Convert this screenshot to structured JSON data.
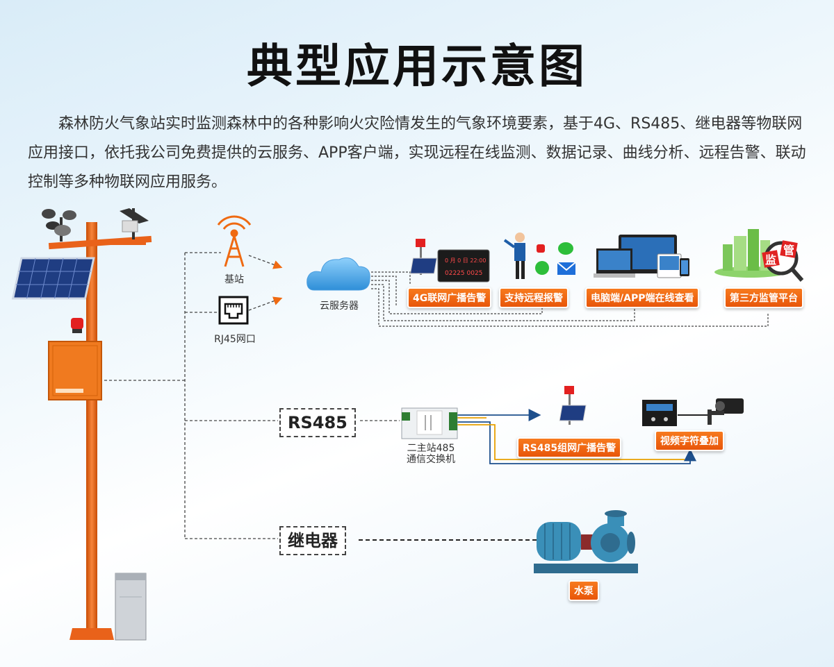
{
  "title": "典型应用示意图",
  "intro": "森林防火气象站实时监测森林中的各种影响火灾险情发生的气象环境要素，基于4G、RS485、继电器等物联网应用接口，依托我公司免费提供的云服务、APP客户端，实现远程在线监测、数据记录、曲线分析、远程告警、联动控制等多种物联网应用服务。",
  "nodes": {
    "base_station": "基站",
    "rj45": "RJ45网口",
    "cloud": "云服务器",
    "rs485": "RS485",
    "relay": "继电器",
    "switch_line1": "二主站485",
    "switch_line2": "通信交换机"
  },
  "labels": {
    "broadcast_4g": "4G联网广播告警",
    "remote_alarm": "支持远程报警",
    "pc_app": "电脑端/APP端在线查看",
    "third_party": "第三方监管平台",
    "rs485_broadcast": "RS485组网广播告警",
    "video_overlay": "视频字符叠加",
    "pump": "水泵"
  },
  "led_display": {
    "row1": "0 月 0 日  22:00",
    "row2": "02225  0025"
  },
  "supervision_badge": [
    "监",
    "管"
  ],
  "colors": {
    "accent_orange": "#ef6a12",
    "line_dark": "#444444",
    "cloud_blue": "#5aaee8",
    "blue_arrow": "#1d4f8c",
    "gold_line": "#e8a000"
  }
}
